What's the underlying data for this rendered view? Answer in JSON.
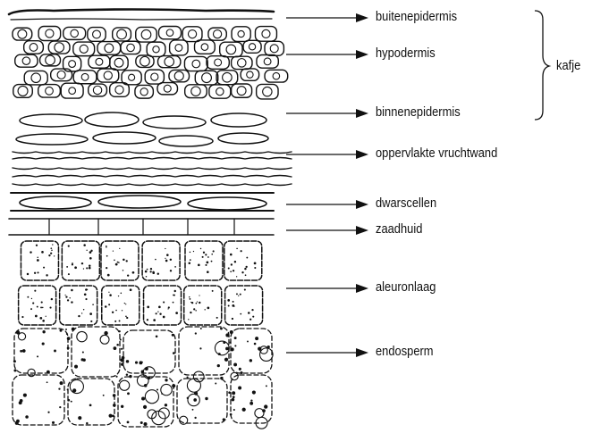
{
  "labels": {
    "buitenepidermis": "buitenepidermis",
    "hypodermis": "hypodermis",
    "binnenepidermis": "binnenepidermis",
    "oppervlakte": "oppervlakte vruchtwand",
    "dwarscellen": "dwarscellen",
    "zaadhuid": "zaadhuid",
    "aleuronlaag": "aleuronlaag",
    "endosperm": "endosperm",
    "kafje": "kafje"
  },
  "colors": {
    "ink": "#111111",
    "background": "#ffffff"
  }
}
